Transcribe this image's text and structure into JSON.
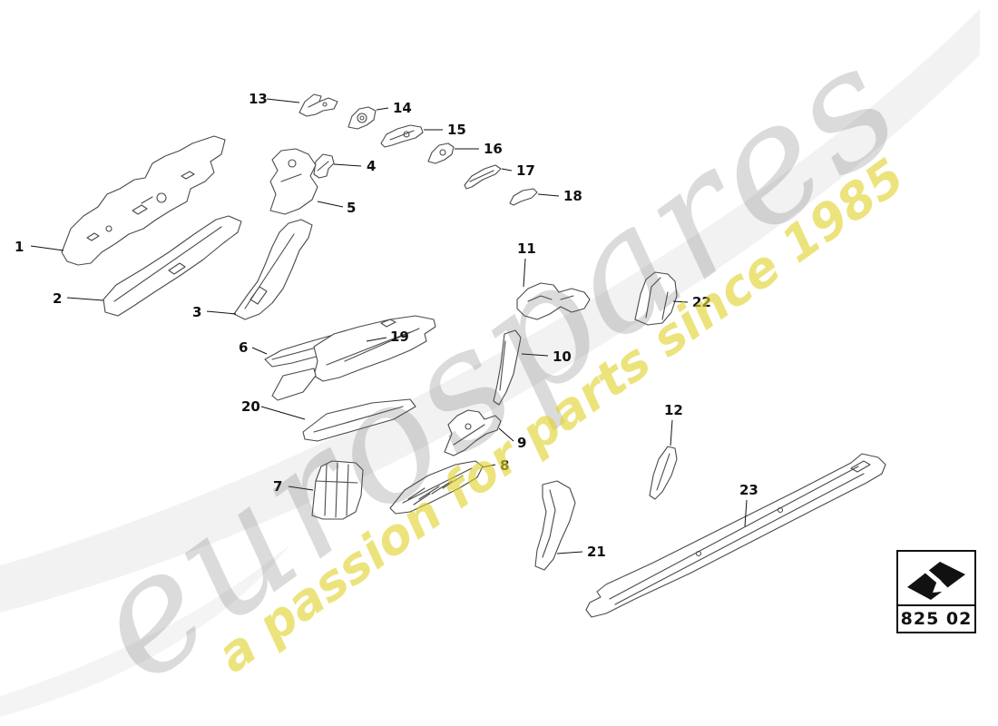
{
  "watermark": {
    "brand": "eurospares",
    "tagline": "a passion for parts since 1985"
  },
  "page_code": "825 02",
  "labels": [
    "1",
    "2",
    "3",
    "4",
    "5",
    "6",
    "7",
    "8",
    "9",
    "10",
    "11",
    "12",
    "13",
    "14",
    "15",
    "16",
    "17",
    "18",
    "19",
    "20",
    "21",
    "22",
    "23"
  ]
}
